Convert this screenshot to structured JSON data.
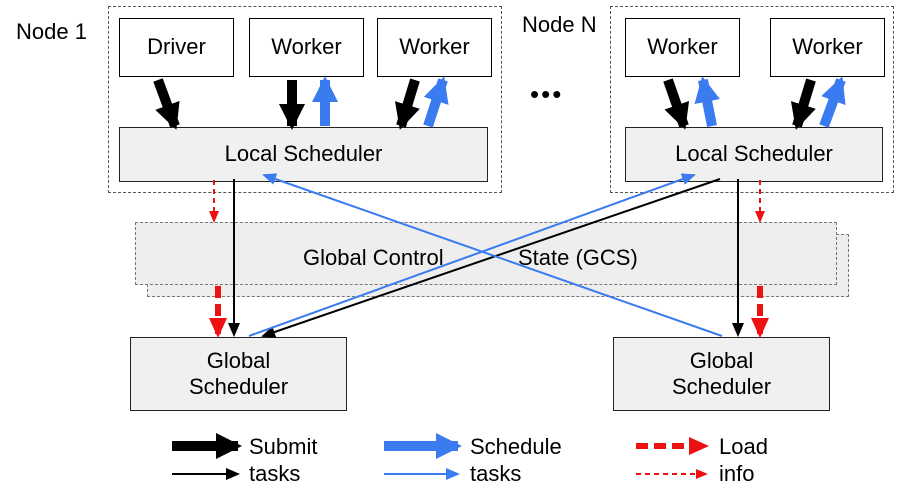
{
  "nodes": {
    "node1_label": "Node 1",
    "nodeN_label": "Node N",
    "ellipsis": "•••"
  },
  "boxes": {
    "driver": "Driver",
    "worker": "Worker",
    "local_scheduler": "Local Scheduler",
    "gcs_left": "Global Control",
    "gcs_right": "State (GCS)",
    "global_scheduler_line1": "Global",
    "global_scheduler_line2": "Scheduler"
  },
  "legend": {
    "submit": "Submit",
    "schedule": "Schedule",
    "load": "Load",
    "tasks": "tasks",
    "info": "info"
  },
  "colors": {
    "submit": "#000000",
    "schedule": "#3b7bf0",
    "load": "#ee1111",
    "box_fill": "#f0f0f0"
  }
}
